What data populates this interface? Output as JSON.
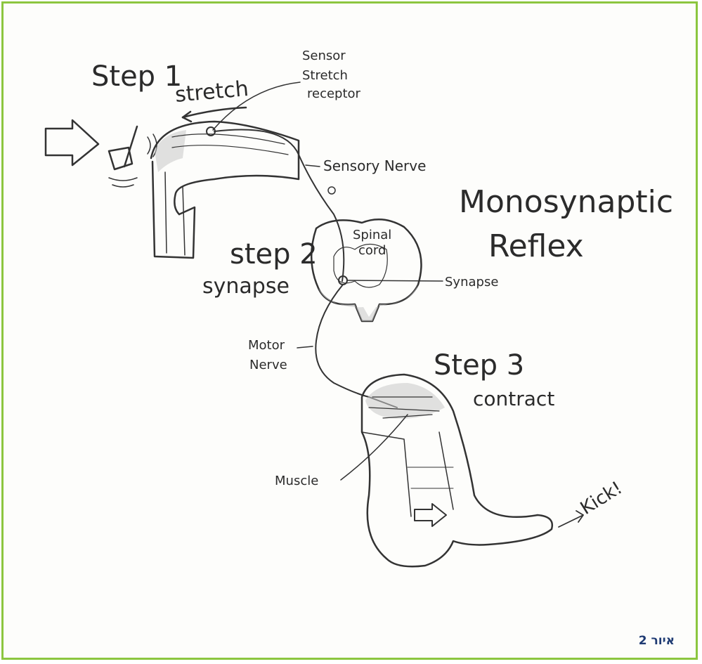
{
  "diagram": {
    "title_line1": "Monosynaptic",
    "title_line2": "Reflex",
    "step1": {
      "heading": "Step 1",
      "action": "stretch"
    },
    "step2": {
      "heading": "step 2",
      "action": "synapse"
    },
    "step3": {
      "heading": "Step 3",
      "action": "contract"
    },
    "labels": {
      "sensor": "Sensor",
      "stretch_receptor_1": "Stretch",
      "stretch_receptor_2": "receptor",
      "sensory_nerve": "Sensory Nerve",
      "spinal_cord_1": "Spinal",
      "spinal_cord_2": "cord",
      "synapse": "Synapse",
      "motor_nerve_1": "Motor",
      "motor_nerve_2": "Nerve",
      "muscle": "Muscle",
      "kick": "Kick!"
    }
  },
  "caption": "איור 2",
  "colors": {
    "border": "#8cc63f",
    "caption": "#1f3b73",
    "ink": "#2b2b2b"
  }
}
